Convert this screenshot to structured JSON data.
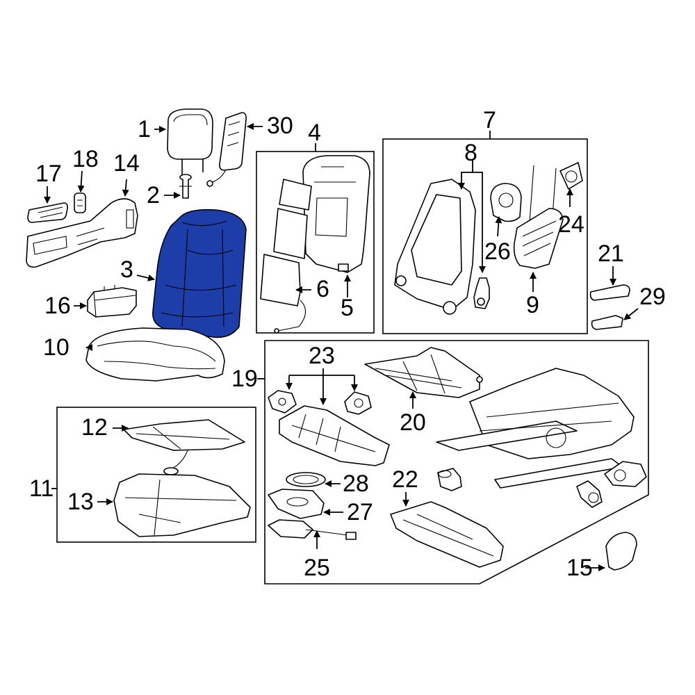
{
  "colors": {
    "highlight": "#1d3ea8",
    "line": "#000000",
    "background": "#ffffff"
  },
  "highlighted_part": "3",
  "callouts": {
    "c1": "1",
    "c2": "2",
    "c3": "3",
    "c4": "4",
    "c5": "5",
    "c6": "6",
    "c7": "7",
    "c8": "8",
    "c9": "9",
    "c10": "10",
    "c11": "11",
    "c12": "12",
    "c13": "13",
    "c14": "14",
    "c15": "15",
    "c16": "16",
    "c17": "17",
    "c18": "18",
    "c19": "19",
    "c20": "20",
    "c21": "21",
    "c22": "22",
    "c23": "23",
    "c24": "24",
    "c25": "25",
    "c26": "26",
    "c27": "27",
    "c28": "28",
    "c29": "29",
    "c30": "30"
  }
}
